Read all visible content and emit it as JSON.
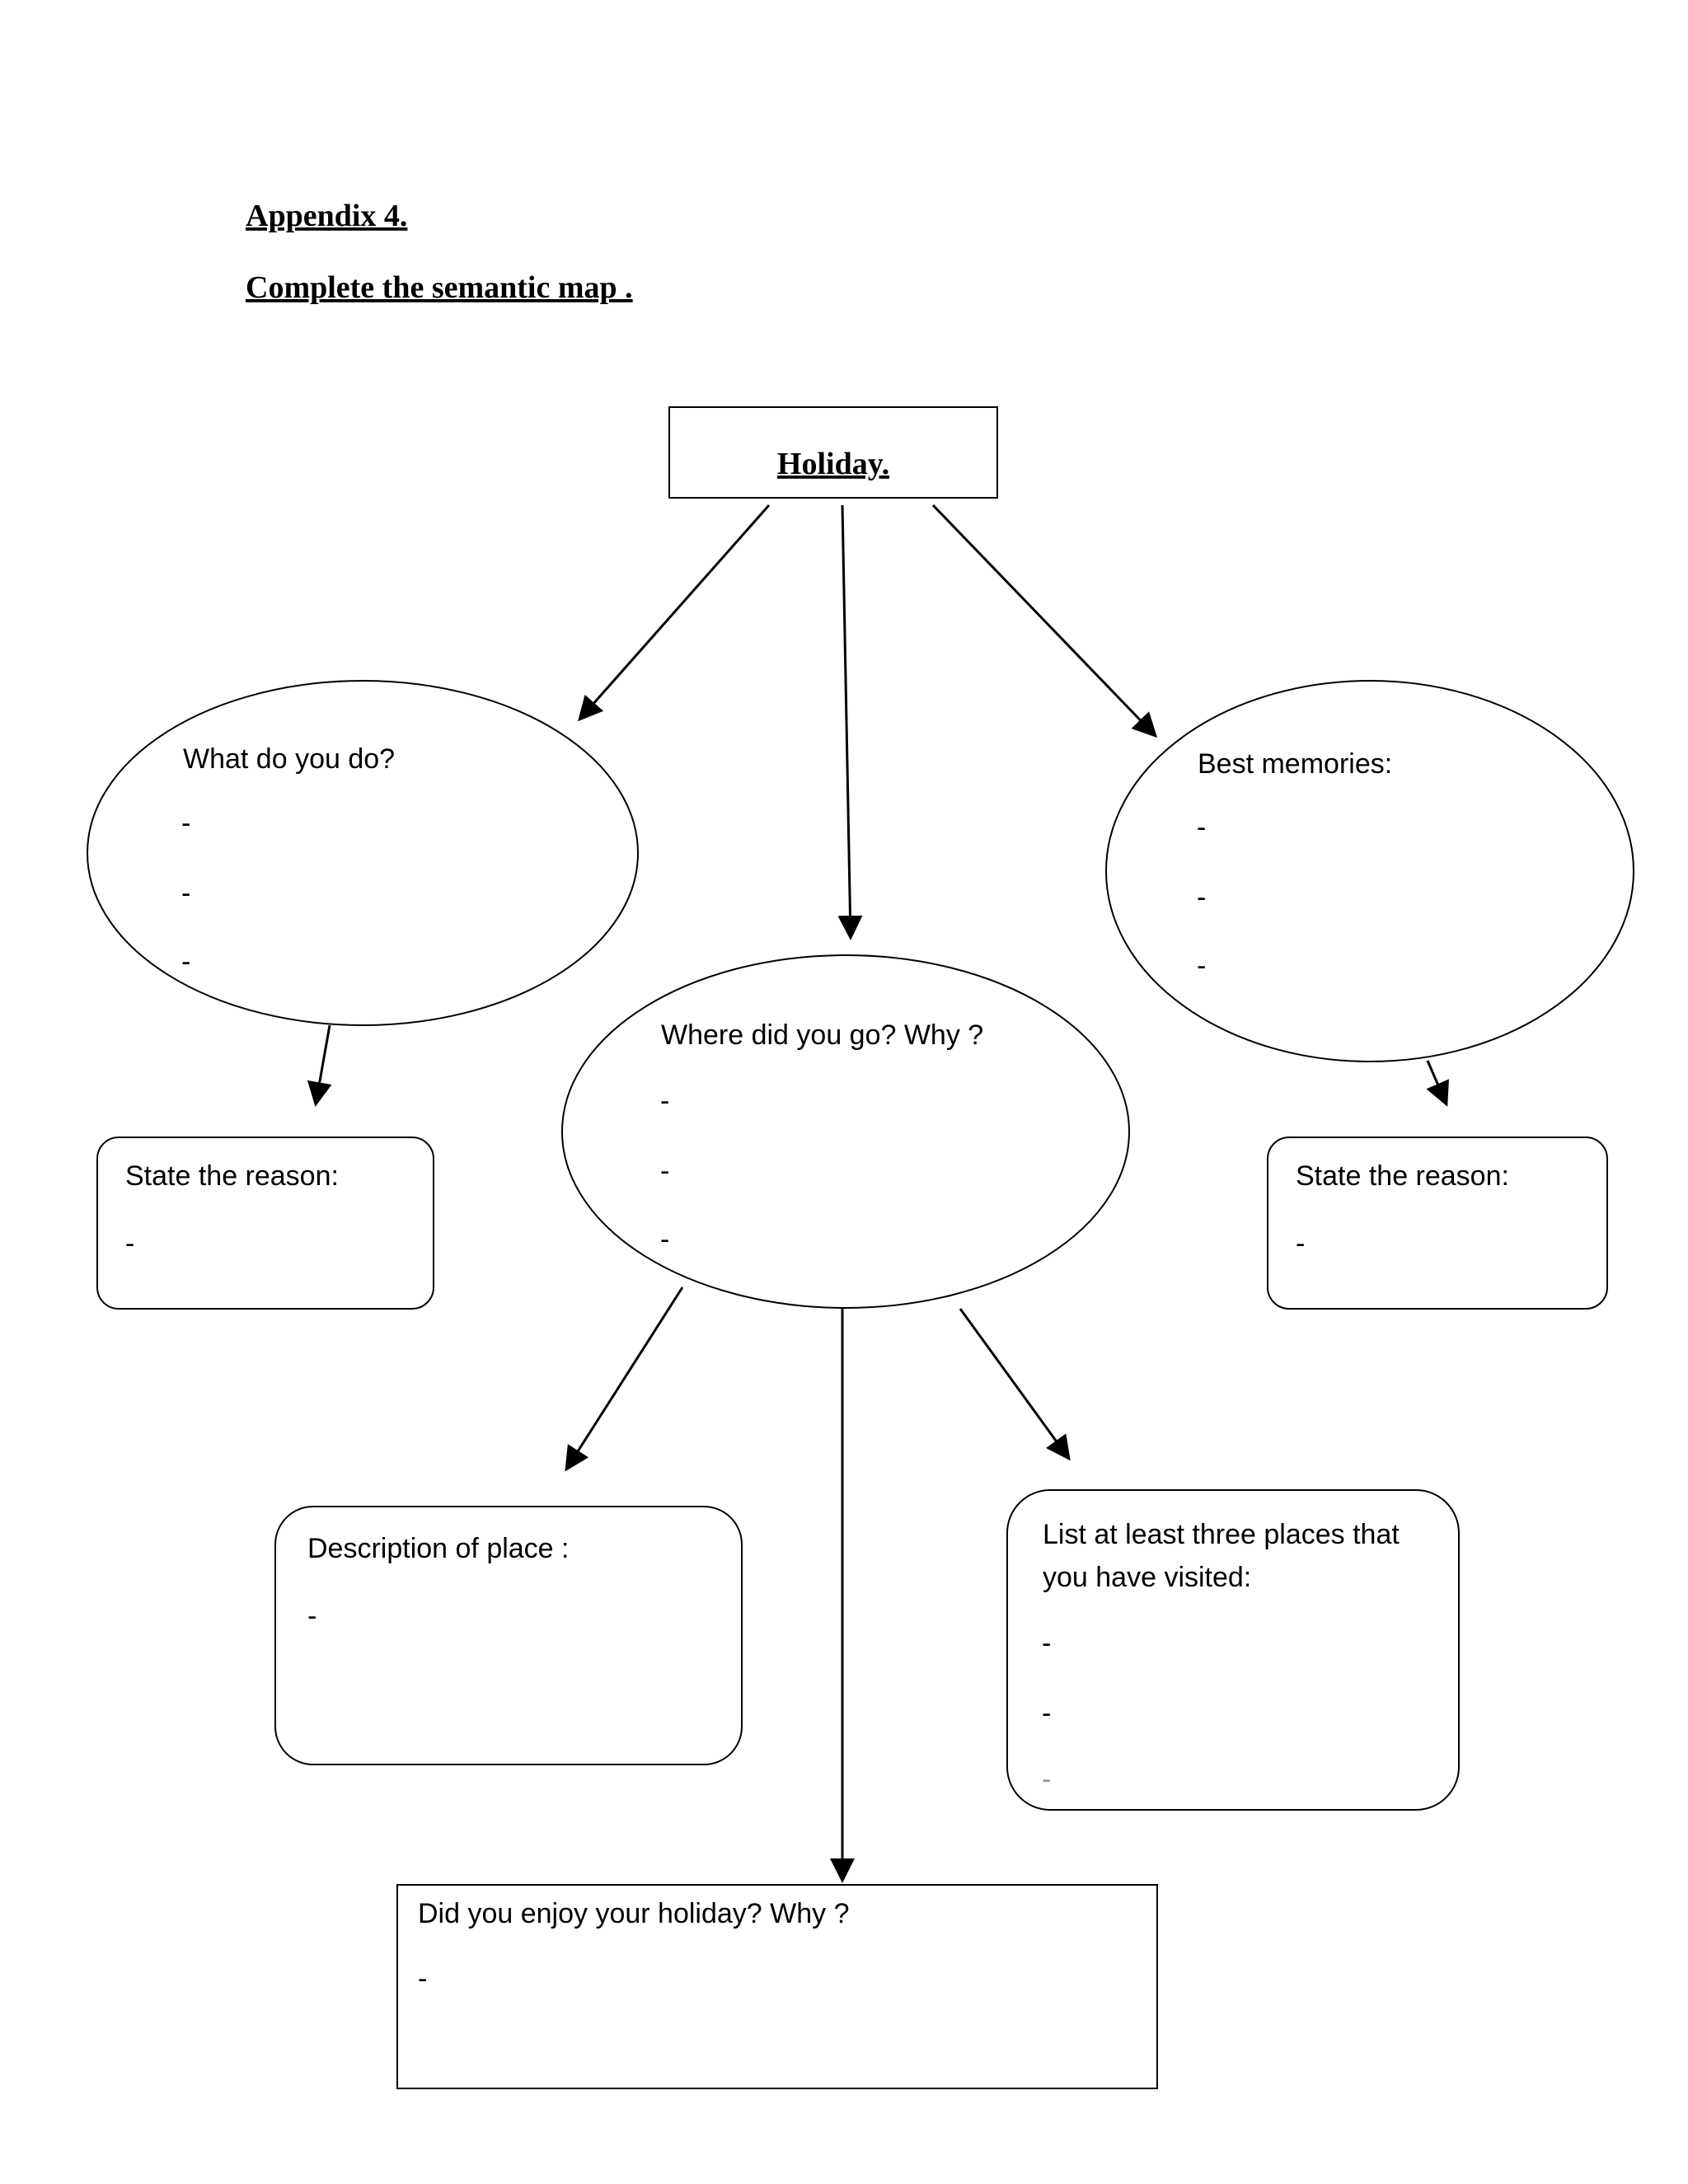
{
  "header": {
    "appendix": "Appendix 4.",
    "instruction": "Complete the semantic map ."
  },
  "center": {
    "title": "Holiday."
  },
  "nodes": {
    "what_do_you_do": {
      "title": "What do you do?",
      "lines": [
        "-",
        "-",
        "-"
      ]
    },
    "best_memories": {
      "title": "Best memories:",
      "lines": [
        "-",
        "-",
        "-"
      ]
    },
    "where_did_you_go": {
      "title": "Where did you go? Why ?",
      "lines": [
        "-",
        "-",
        "-"
      ]
    },
    "reason_left": {
      "title": "State the reason:",
      "lines": [
        "-"
      ]
    },
    "reason_right": {
      "title": "State the reason:",
      "lines": [
        "-"
      ]
    },
    "description": {
      "title": "Description of place :",
      "lines": [
        "-"
      ]
    },
    "places_visited": {
      "title_line1": "List at least three places that",
      "title_line2": "you have visited:",
      "lines": [
        "-",
        "-",
        "-"
      ]
    },
    "enjoy": {
      "title": "Did you enjoy your holiday? Why ?",
      "lines": [
        "-"
      ]
    }
  }
}
